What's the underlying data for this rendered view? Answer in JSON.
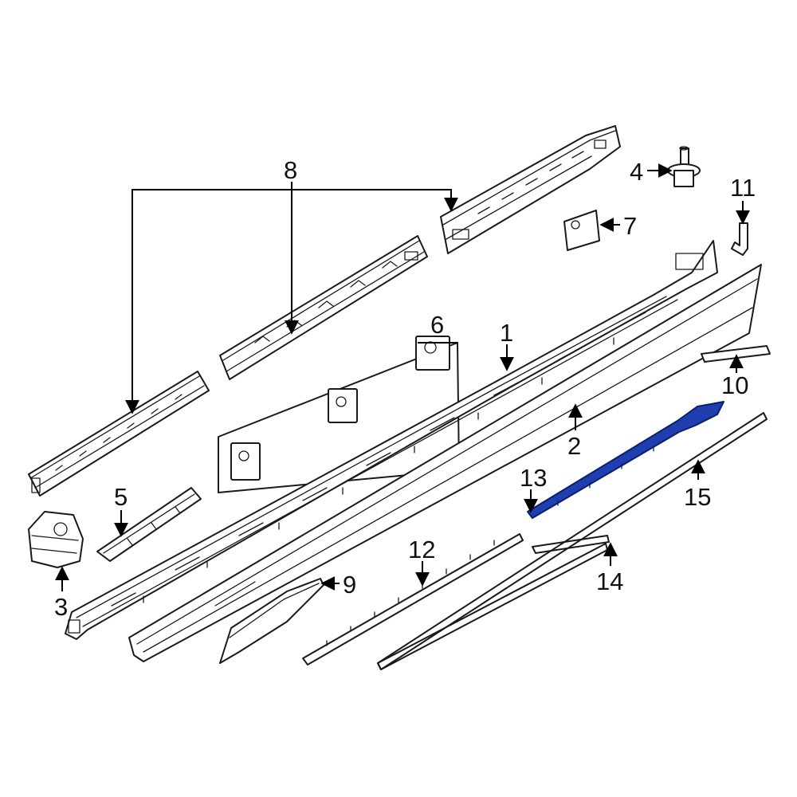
{
  "diagram": {
    "highlight_color": "#1f3fb0",
    "callouts": [
      "1",
      "2",
      "3",
      "4",
      "5",
      "6",
      "7",
      "8",
      "9",
      "10",
      "11",
      "12",
      "13",
      "14",
      "15"
    ],
    "highlighted_part": "13"
  }
}
